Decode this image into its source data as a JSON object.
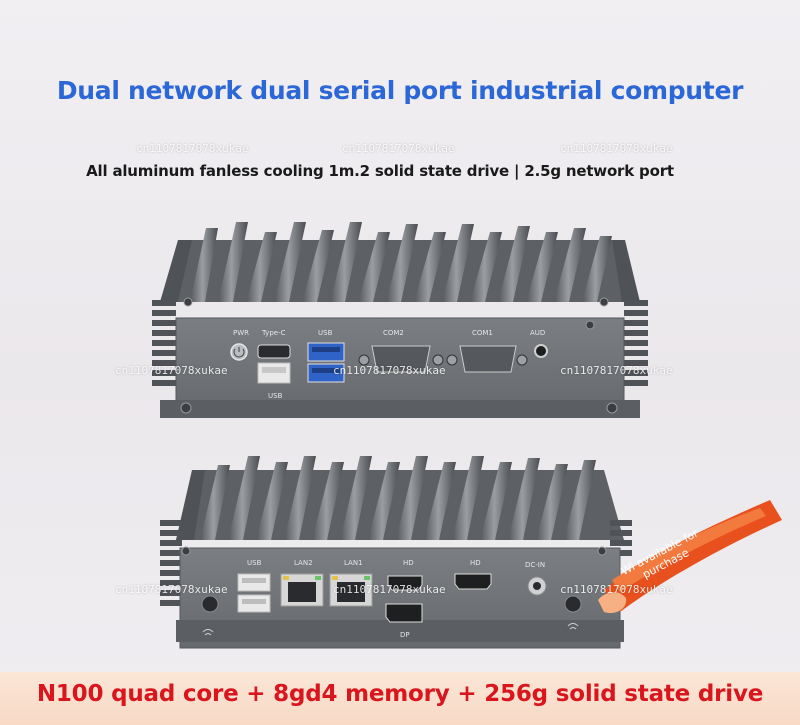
{
  "headline": "Dual network dual serial port industrial computer",
  "subheadline": "All aluminum fanless cooling 1m.2 solid state drive | 2.5g network port",
  "footer": "N100 quad core + 8gd4 memory + 256g solid state drive",
  "watermark": "cn1107817078xukae",
  "badge": {
    "line1": "Wi available for",
    "line2": "purchase"
  },
  "top_unit": {
    "labels": {
      "pwr": "PWR",
      "typec": "Type-C",
      "usb_top": "USB",
      "usb_bottom": "USB",
      "com2": "COM2",
      "com1": "COM1",
      "aud": "AUD"
    }
  },
  "bottom_unit": {
    "labels": {
      "usb": "USB",
      "lan2": "LAN2",
      "lan1": "LAN1",
      "hd1": "HD",
      "hd2": "HD",
      "dcin": "DC-IN",
      "dp": "DP"
    }
  },
  "colors": {
    "headline": "#2b67d6",
    "footer": "#d9151d",
    "band": "#f8ddcb",
    "metal": "#6f7276"
  }
}
